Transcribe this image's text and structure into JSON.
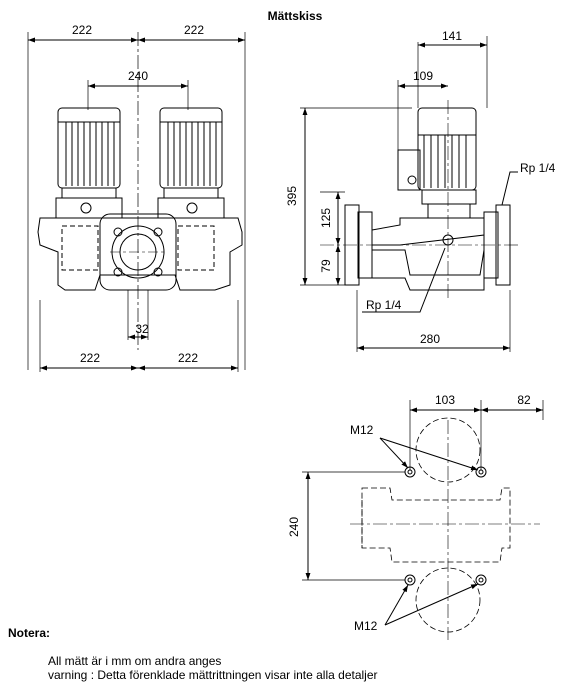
{
  "title": "Mättskiss",
  "front_view": {
    "top_left": "222",
    "top_right": "222",
    "center_distance": "240",
    "port": "32",
    "bottom_left": "222",
    "bottom_right": "222"
  },
  "side_view": {
    "width_top": "141",
    "motor_offset": "109",
    "height": "395",
    "upper_height": "125",
    "lower_height": "79",
    "port_upper": "Rp 1/4",
    "port_lower": "Rp 1/4",
    "length": "280"
  },
  "bottom_view": {
    "bolt_spacing_x": "103",
    "end_offset": "82",
    "bolt_spacing_y": "240",
    "bolt_top": "M12",
    "bolt_bottom": "M12"
  },
  "notes": {
    "heading": "Notera:",
    "line1": "All mätt är i mm om andra anges",
    "line2": "varning : Detta förenklade mättrittningen visar inte alla detaljer"
  }
}
